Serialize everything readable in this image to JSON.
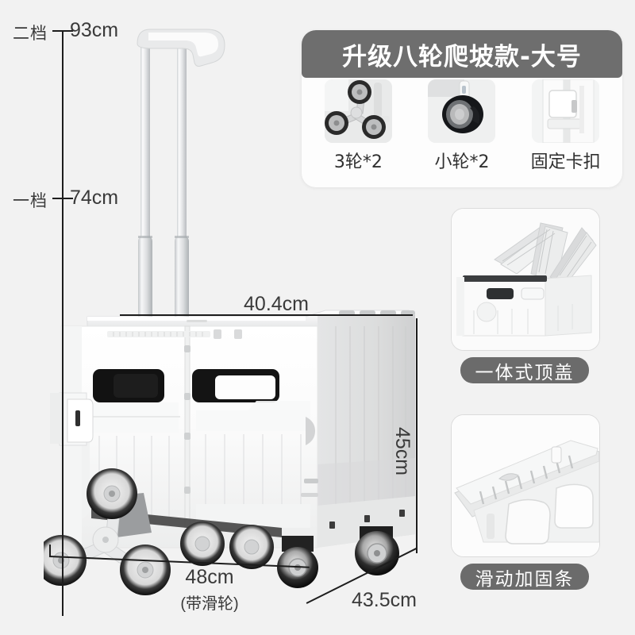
{
  "background_color": "#f2f2f2",
  "accent_dark": "#6e6e6e",
  "text_color": "#3a3a3a",
  "height_gauge": {
    "name": "handle-height-gauge",
    "stops": [
      {
        "stage_label": "二档",
        "value": "93cm"
      },
      {
        "stage_label": "一档",
        "value": "74cm"
      }
    ]
  },
  "dimensions": {
    "top_width": "40.4cm",
    "right_height": "45cm",
    "bottom_width": "48cm",
    "bottom_width_note": "(带滑轮)",
    "depth": "43.5cm"
  },
  "feature_card": {
    "title": "升级八轮爬坡款-大号",
    "thumbnails": [
      {
        "icon": "tri-wheel-cluster-icon",
        "label": "3轮*2"
      },
      {
        "icon": "small-caster-wheel-icon",
        "label": "小轮*2"
      },
      {
        "icon": "fixed-buckle-icon",
        "label": "固定卡扣"
      }
    ]
  },
  "info_panels": [
    {
      "icon": "folding-lid-icon",
      "badge": "一体式顶盖"
    },
    {
      "icon": "sliding-rail-icon",
      "badge": "滑动加固条"
    }
  ]
}
